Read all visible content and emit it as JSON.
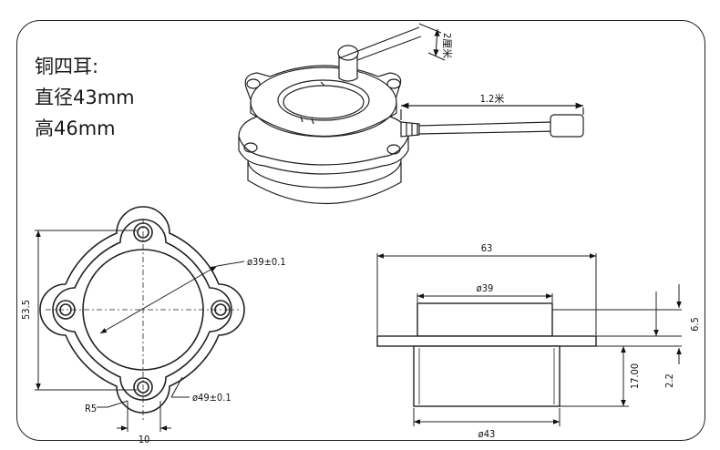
{
  "spec": {
    "line1": "铜四耳:",
    "line2": "直径43mm",
    "line3": "高46mm"
  },
  "iso": {
    "cable_length": "1.2米",
    "wire_length": "2厘米"
  },
  "front": {
    "height": "53.5",
    "inner_dia": "ø39±0.1",
    "outer_dia": "ø49±0.1",
    "radius": "R5",
    "ear_width": "10"
  },
  "side": {
    "width": "63",
    "top_dia": "ø39",
    "bottom_dia": "ø43",
    "dim_6_5": "6.5",
    "dim_17": "17.00",
    "dim_2_2": "2.2"
  }
}
